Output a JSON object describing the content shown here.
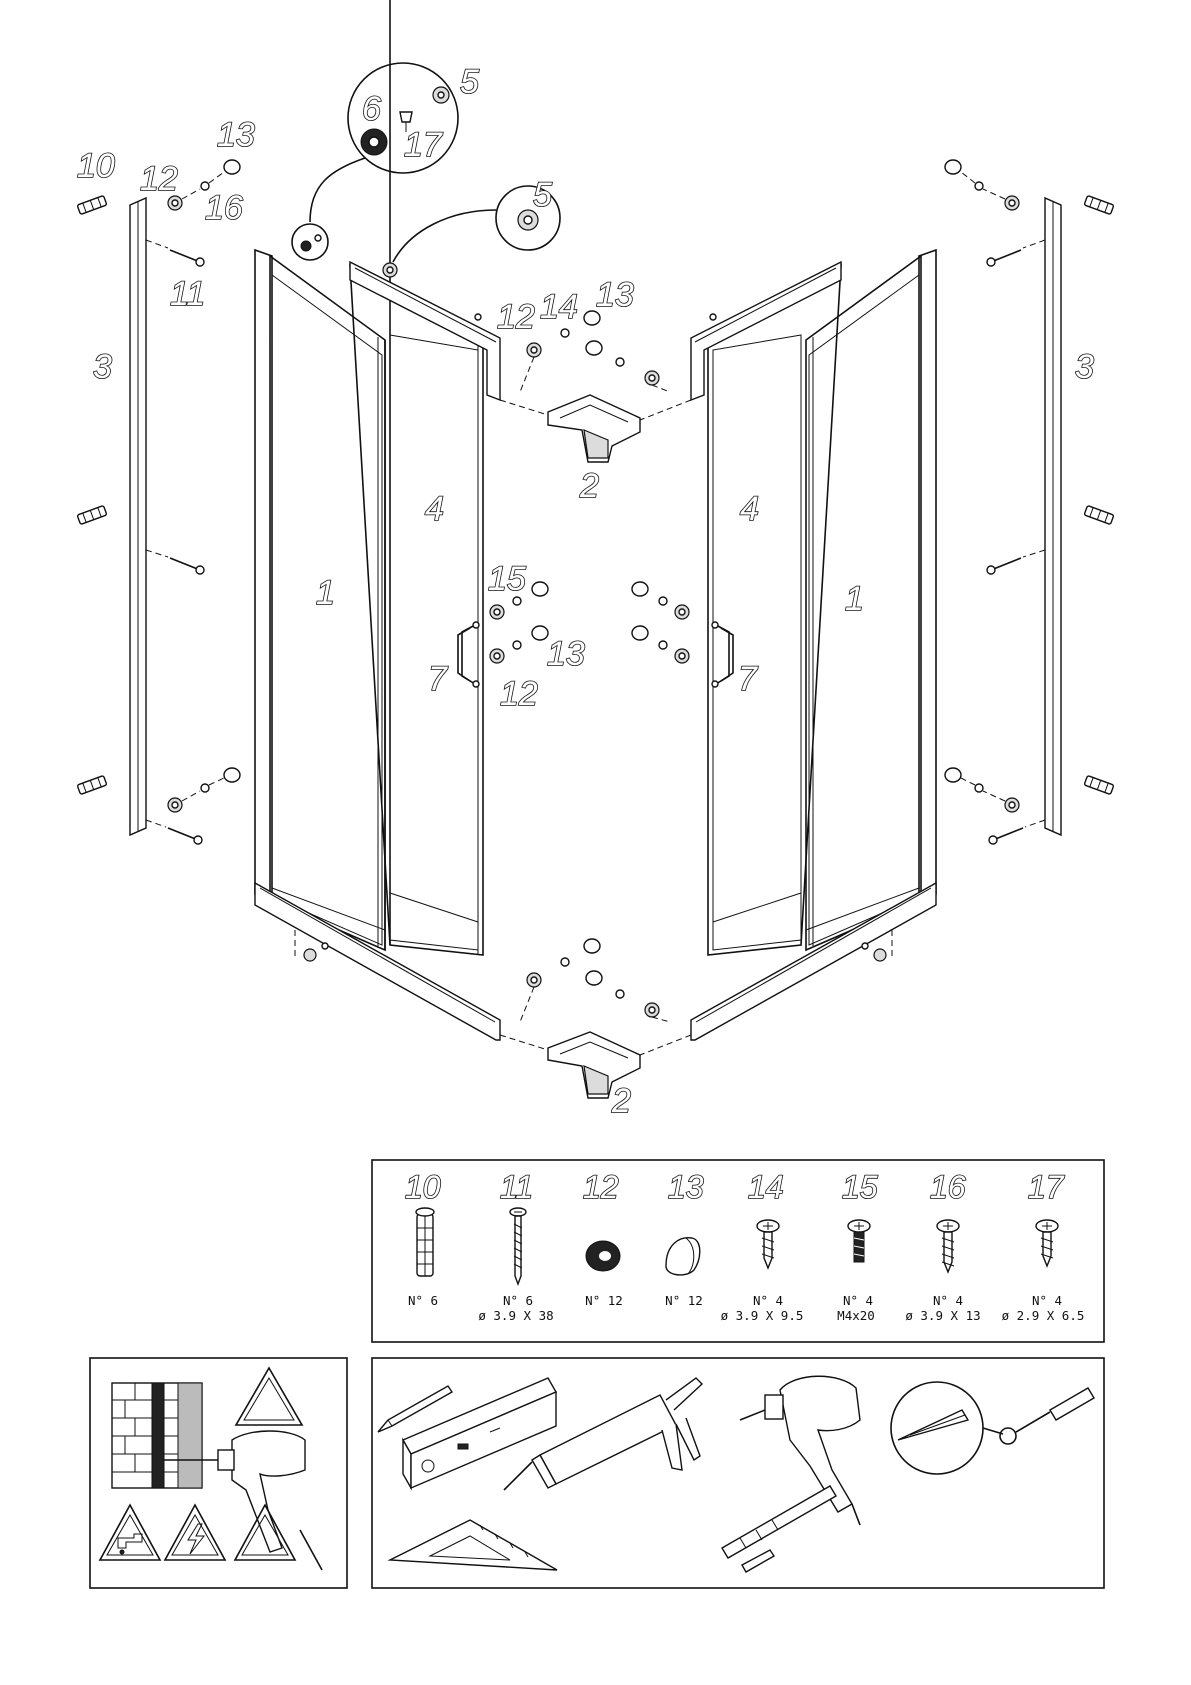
{
  "callouts": {
    "left_profile": "3",
    "right_profile": "3",
    "left_door": "1",
    "right_door": "1",
    "left_fixed_panel": "4",
    "right_fixed_panel": "4",
    "top_corner": "2",
    "bottom_corner": "2",
    "left_handle": "7",
    "right_handle": "7",
    "roller_bubble_roller": "6",
    "roller_bubble_screw": "17",
    "roller_bubble_cap": "5",
    "guide_bubble_cap": "5",
    "left_dowel": "10",
    "left_screw": "11",
    "left_washer": "12",
    "left_cap": "13",
    "left_small_screw": "16",
    "top_washer": "12",
    "top_screw": "14",
    "top_cap": "13",
    "handle_screw": "15",
    "handle_cap": "13",
    "handle_washer": "12"
  },
  "parts_table": {
    "items": [
      {
        "number": "10",
        "qty": "N° 6",
        "size": "",
        "icon": "wall-plug-icon"
      },
      {
        "number": "11",
        "qty": "N° 6",
        "size": "ø 3.9 X 38",
        "icon": "long-screw-icon"
      },
      {
        "number": "12",
        "qty": "N° 12",
        "size": "",
        "icon": "washer-icon"
      },
      {
        "number": "13",
        "qty": "N° 12",
        "size": "",
        "icon": "cover-cap-icon"
      },
      {
        "number": "14",
        "qty": "N° 4",
        "size": "ø 3.9 X 9.5",
        "icon": "self-tapping-screw-icon"
      },
      {
        "number": "15",
        "qty": "N° 4",
        "size": "M4x20",
        "icon": "machine-screw-icon"
      },
      {
        "number": "16",
        "qty": "N° 4",
        "size": "ø 3.9 X 13",
        "icon": "self-tapping-screw-icon"
      },
      {
        "number": "17",
        "qty": "N° 4",
        "size": "ø 2.9 X 6.5",
        "icon": "self-tapping-screw-icon"
      }
    ]
  },
  "warnings_panel": {
    "icons": [
      "wall-drilling-icon",
      "warning-triangle-icon",
      "no-water-warning-icon",
      "electric-shock-warning-icon",
      "warning-triangle-icon"
    ]
  },
  "tools_panel": {
    "tools": [
      "pencil-icon",
      "spirit-level-icon",
      "silicone-gun-icon",
      "electric-drill-icon",
      "phillips-screwdriver-icon",
      "set-square-icon",
      "drill-bit-icon"
    ]
  },
  "colors": {
    "line": "#111111",
    "background": "#ffffff",
    "shade": "#dcdcdc"
  }
}
